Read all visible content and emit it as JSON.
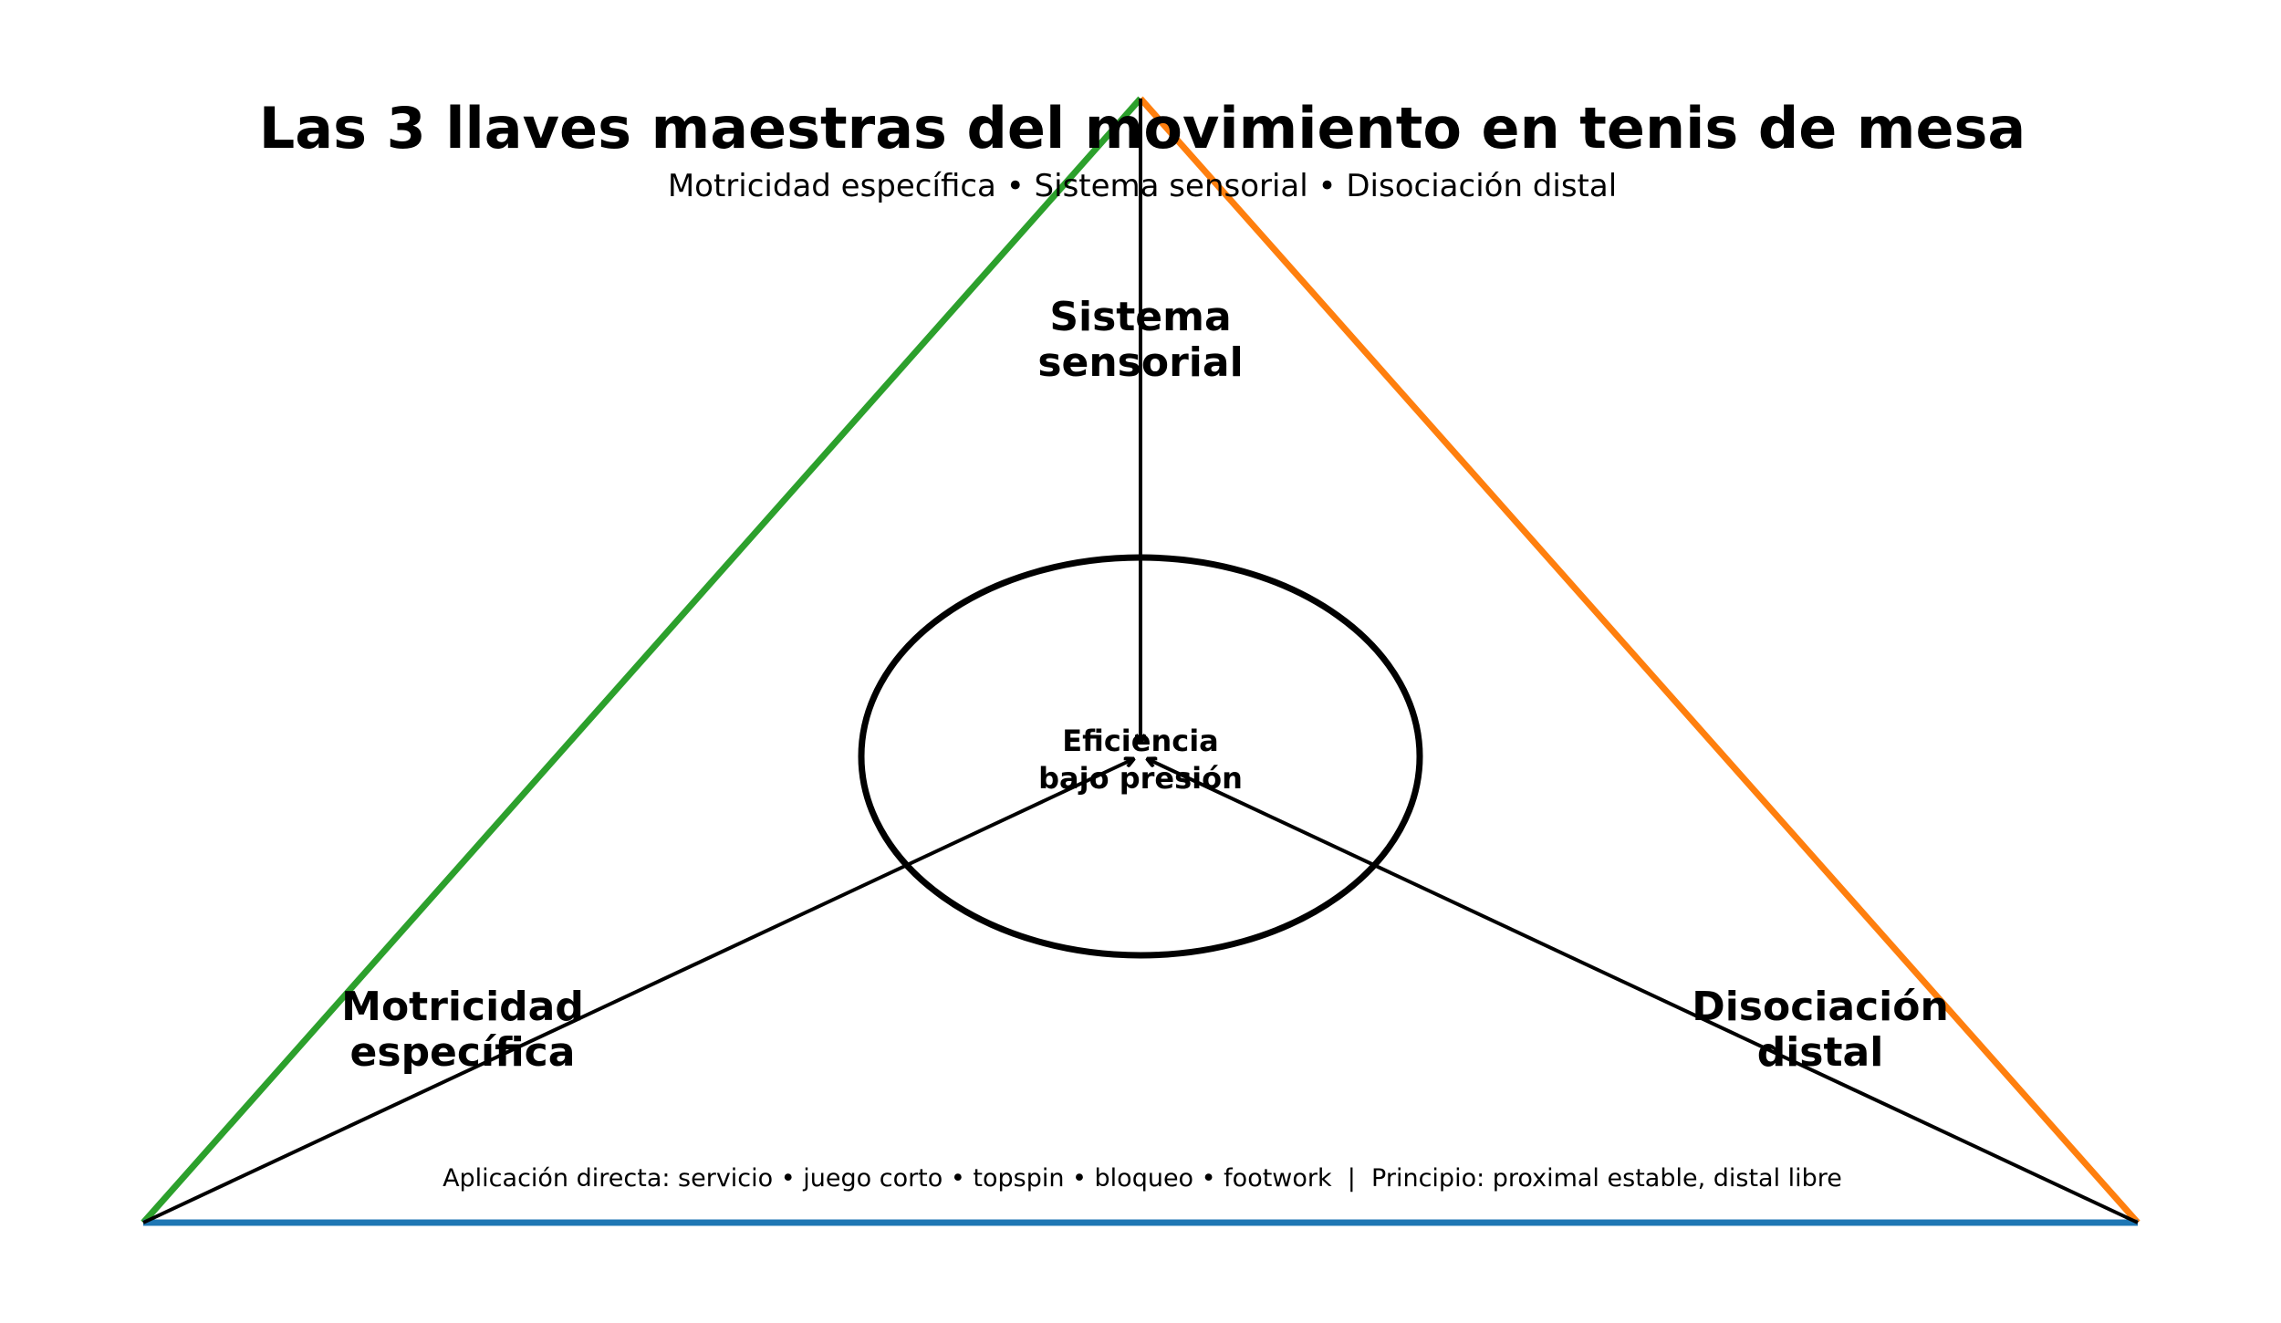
{
  "title": "Las 3 llaves maestras del movimiento en tenis de mesa",
  "subtitle": "Motricidad específica • Sistema sensorial • Disociación distal",
  "vertices": {
    "top": {
      "label_line1": "Sistema",
      "label_line2": "sensorial"
    },
    "left": {
      "label_line1": "Motricidad",
      "label_line2": "específica"
    },
    "right": {
      "label_line1": "Disociación",
      "label_line2": "distal"
    }
  },
  "center": {
    "label_line1": "Eficiencia",
    "label_line2": "bajo presión"
  },
  "footer": "Aplicación directa: servicio • juego corto • topspin • bloqueo • footwork  |  Principio: proximal estable, distal libre",
  "colors": {
    "left_edge": "#2ca02c",
    "right_edge": "#ff7f0e",
    "base_edge": "#1f77b4",
    "arrows": "#000000",
    "ellipse": "#000000"
  }
}
